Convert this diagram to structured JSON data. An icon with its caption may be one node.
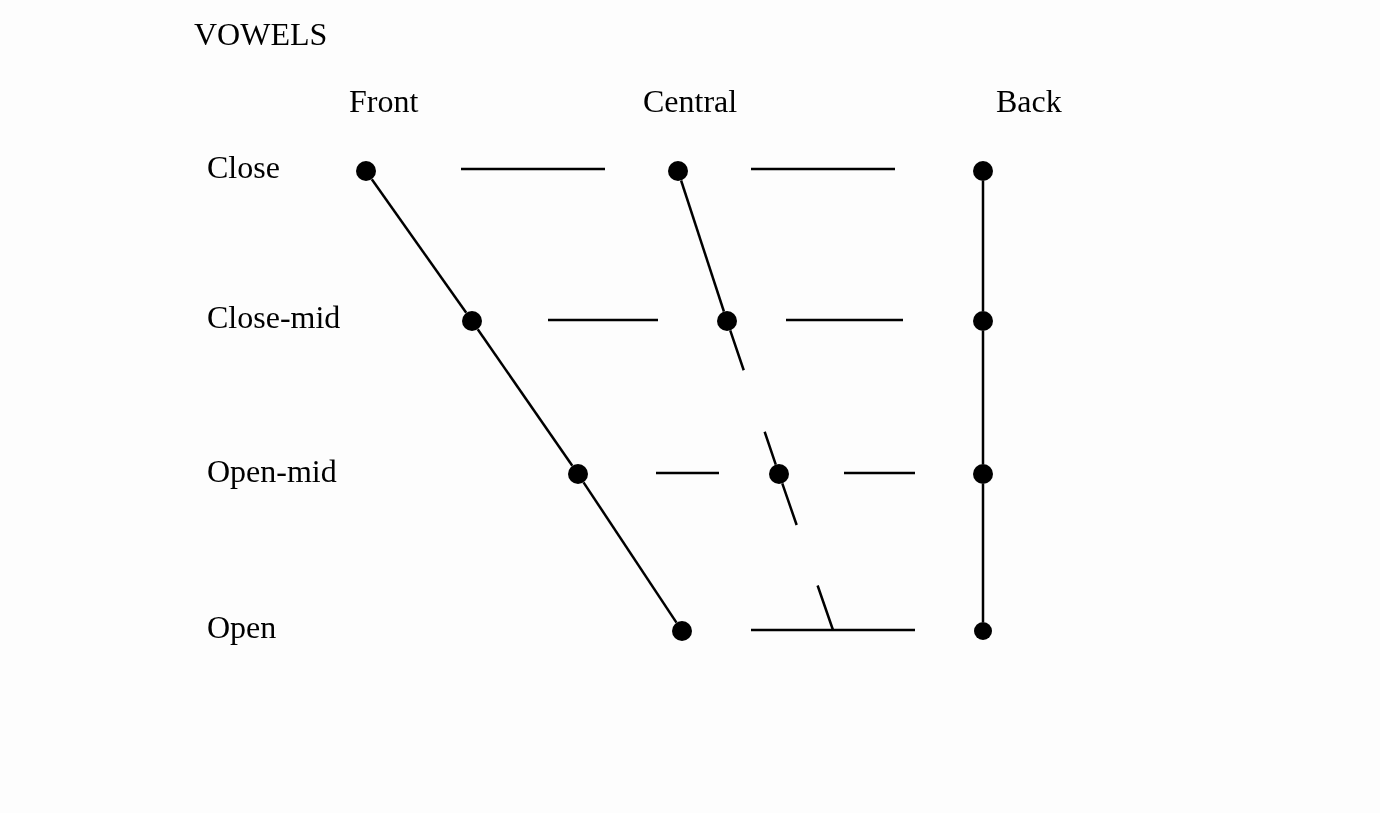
{
  "diagram": {
    "title": "VOWELS",
    "nodes": [
      {
        "text": [],
        "shape": "circle"
      },
      {
        "text": [],
        "shape": "circle"
      },
      {
        "text": [],
        "shape": "circle"
      },
      {
        "text": [],
        "shape": "circle"
      },
      {
        "text": [],
        "shape": "circle"
      },
      {
        "text": [],
        "shape": "circle"
      },
      {
        "text": [],
        "shape": "circle"
      },
      {
        "text": [],
        "shape": "circle"
      },
      {
        "text": [],
        "shape": "circle"
      },
      {
        "text": [],
        "shape": "circle"
      },
      {
        "text": [],
        "shape": "circle"
      }
    ],
    "edges": [
      {
        "from": 0,
        "to": 1,
        "arrow": "none"
      },
      {
        "from": 1,
        "to": 2,
        "arrow": "none"
      },
      {
        "from": 2,
        "to": 3,
        "arrow": "none"
      },
      {
        "from": 4,
        "to": 5,
        "arrow": "none"
      },
      {
        "from": 5,
        "to": 6,
        "arrow": "none",
        "style": "dashed"
      },
      {
        "from": 6,
        "to": null,
        "arrow": "none",
        "style": "dashed"
      },
      {
        "from": 7,
        "to": 8,
        "arrow": "none"
      },
      {
        "from": 8,
        "to": 9,
        "arrow": "none"
      },
      {
        "from": 9,
        "to": 10,
        "arrow": "none"
      }
    ],
    "labels": [
      "Front",
      "Central",
      "Back",
      "Close",
      "Close-mid",
      "Open-mid",
      "Open"
    ]
  }
}
